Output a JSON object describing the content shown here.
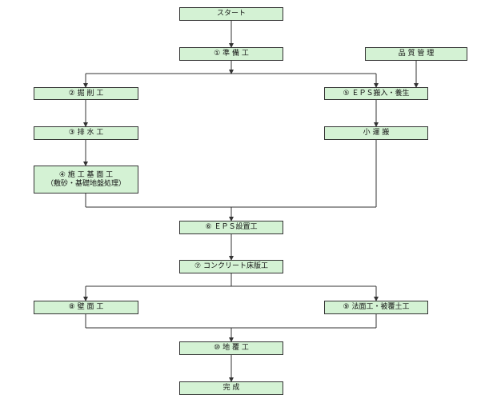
{
  "colors": {
    "node_fill": "#d4f2d4",
    "node_border": "#333333",
    "line": "#333333",
    "background": "#ffffff"
  },
  "nodes": {
    "start": "スタート",
    "n1": "① 準 備 工",
    "quality": "品 質 管 理",
    "n2": "② 掘 削 工",
    "n5": "⑤ ＥＰＳ搬入・養生",
    "n3": "③ 排 水 工",
    "transport": "小 運 搬",
    "n4_line1": "④ 施 工 基 面 工",
    "n4_line2": "（敷砂・基礎地盤処理）",
    "n6": "⑥ ＥＰＳ設置工",
    "n7": "⑦ コンクリート床版工",
    "n8": "⑧ 壁 面 工",
    "n9": "⑨ 法面工・被覆土工",
    "n10": "⑩ 地 覆 工",
    "end": "完 成"
  }
}
